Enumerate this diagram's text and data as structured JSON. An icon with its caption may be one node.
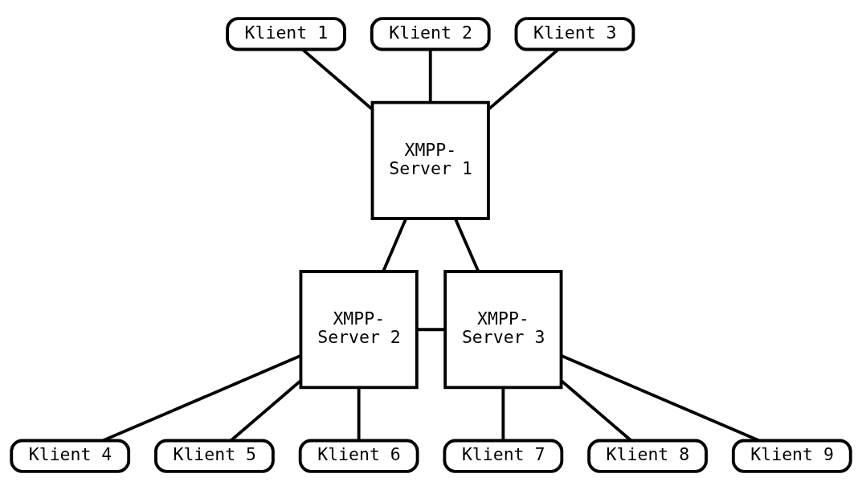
{
  "diagram": {
    "nodes": [
      {
        "text": [
          "Klient 1"
        ]
      },
      {
        "text": [
          "Klient 2"
        ]
      },
      {
        "text": [
          "Klient 3"
        ]
      },
      {
        "text": [
          "XMPP-Server 1"
        ]
      },
      {
        "text": [
          "XMPP-Server 2"
        ]
      },
      {
        "text": [
          "XMPP-Server 3"
        ]
      },
      {
        "text": [
          "Klient 4"
        ]
      },
      {
        "text": [
          "Klient 5"
        ]
      },
      {
        "text": [
          "Klient 6"
        ]
      },
      {
        "text": [
          "Klient 7"
        ]
      },
      {
        "text": [
          "Klient 8"
        ]
      },
      {
        "text": [
          "Klient 9"
        ]
      }
    ],
    "edges": [
      {
        "from": 0,
        "to": 3,
        "arrow": "none"
      },
      {
        "from": 1,
        "to": 3,
        "arrow": "none"
      },
      {
        "from": 2,
        "to": 3,
        "arrow": "none"
      },
      {
        "from": 3,
        "to": 4,
        "arrow": "none"
      },
      {
        "from": 3,
        "to": 5,
        "arrow": "none"
      },
      {
        "from": 4,
        "to": 5,
        "arrow": "none"
      },
      {
        "from": 4,
        "to": 6,
        "arrow": "none"
      },
      {
        "from": 4,
        "to": 7,
        "arrow": "none"
      },
      {
        "from": 4,
        "to": 8,
        "arrow": "none"
      },
      {
        "from": 5,
        "to": 9,
        "arrow": "none"
      },
      {
        "from": 5,
        "to": 10,
        "arrow": "none"
      },
      {
        "from": 5,
        "to": 11,
        "arrow": "none"
      }
    ]
  }
}
